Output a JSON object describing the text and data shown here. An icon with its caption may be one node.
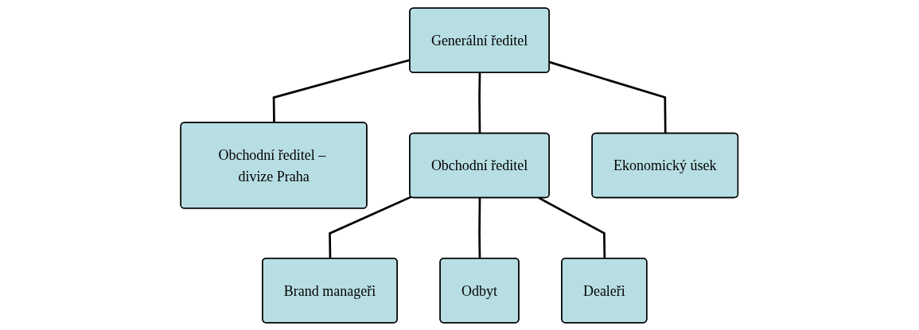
{
  "diagram": {
    "nodes": [
      {
        "text": [
          "Generální ředitel"
        ]
      },
      {
        "text": [
          "Obchodní ředitel – divize Praha"
        ]
      },
      {
        "text": [
          "Obchodní ředitel"
        ]
      },
      {
        "text": [
          "Ekonomický úsek"
        ]
      },
      {
        "text": [
          "Brand manageři"
        ]
      },
      {
        "text": [
          "Odbyt"
        ]
      },
      {
        "text": [
          "Dealeři"
        ]
      }
    ],
    "edges": [
      {
        "from": 0,
        "to": 1,
        "arrow": "none"
      },
      {
        "from": 0,
        "to": 2,
        "arrow": "none"
      },
      {
        "from": 0,
        "to": 3,
        "arrow": "none"
      },
      {
        "from": 2,
        "to": 4,
        "arrow": "none"
      },
      {
        "from": 2,
        "to": 5,
        "arrow": "none"
      },
      {
        "from": 2,
        "to": 6,
        "arrow": "none"
      }
    ]
  }
}
